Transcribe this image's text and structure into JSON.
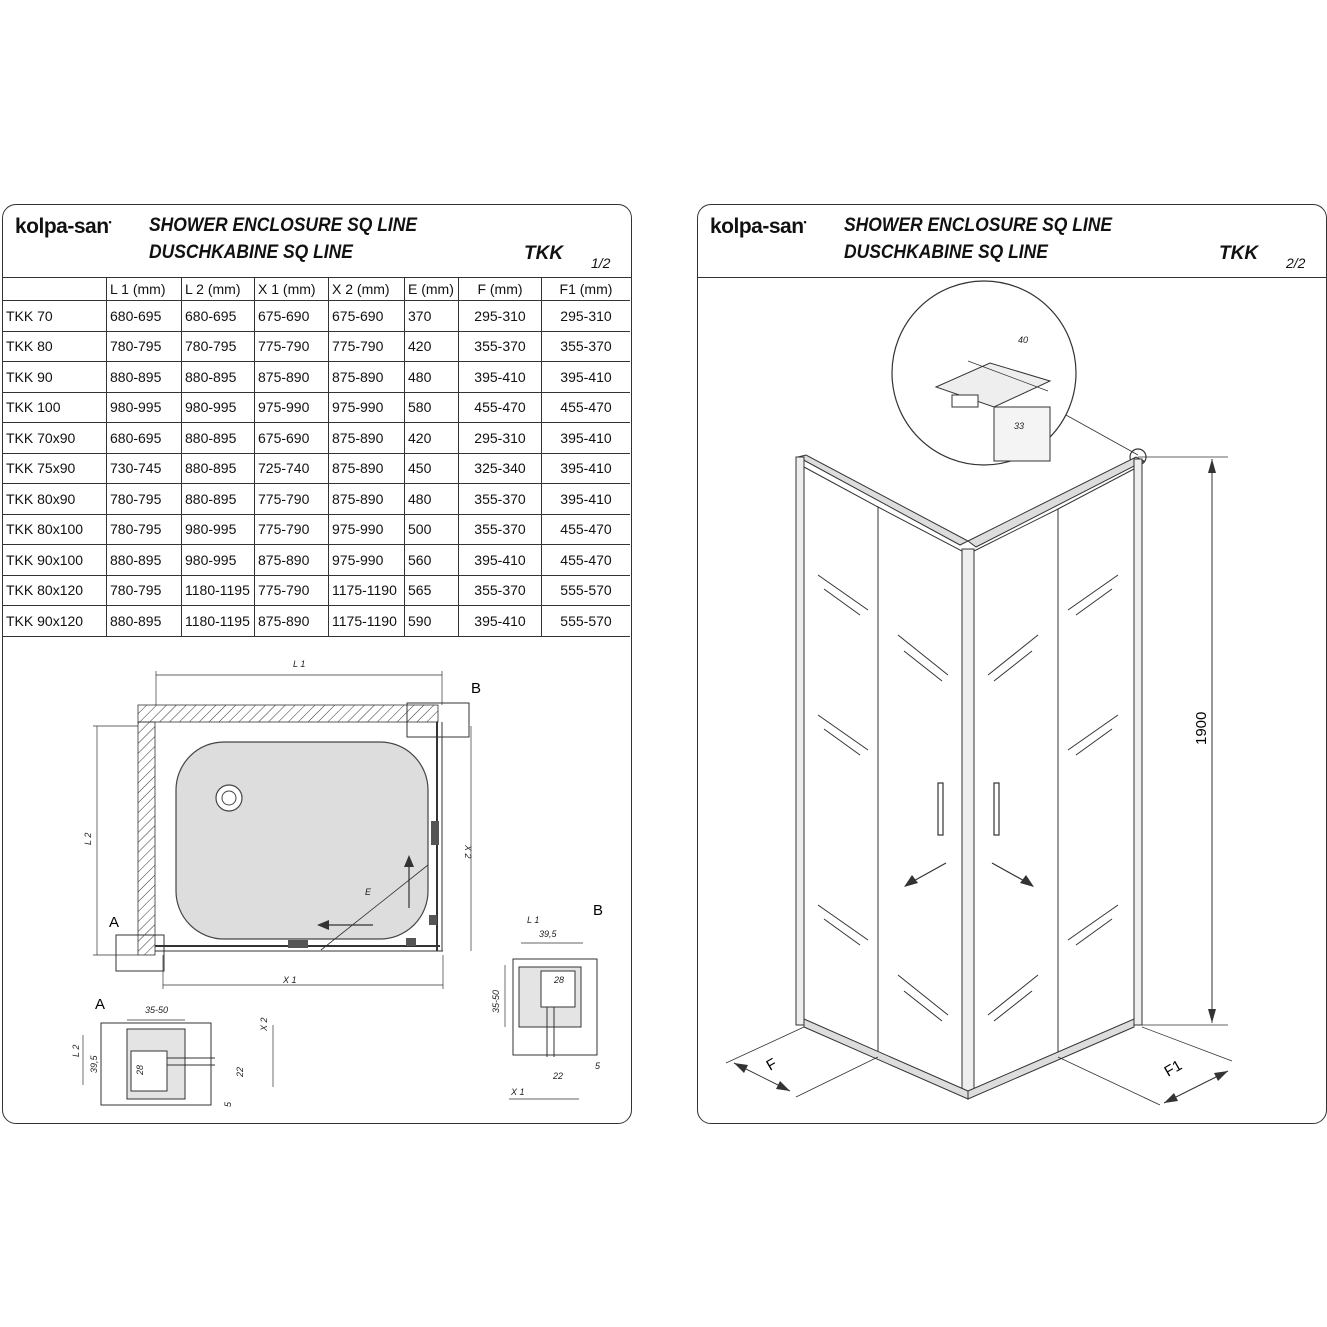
{
  "brand": "kolpa-san",
  "page1": {
    "title_en": "SHOWER ENCLOSURE SQ LINE",
    "title_de": "DUSCHKABINE  SQ LINE",
    "code": "TKK",
    "page_no": "1/2",
    "table": {
      "headers": [
        "",
        "L 1  (mm)",
        "L 2  (mm)",
        "X 1  (mm)",
        "X 2  (mm)",
        "E (mm)",
        "F (mm)",
        "F1 (mm)"
      ],
      "rows": [
        [
          "TKK  70",
          "680-695",
          "680-695",
          "675-690",
          "675-690",
          "370",
          "295-310",
          "295-310"
        ],
        [
          "TKK  80",
          "780-795",
          "780-795",
          "775-790",
          "775-790",
          "420",
          "355-370",
          "355-370"
        ],
        [
          "TKK  90",
          "880-895",
          "880-895",
          "875-890",
          "875-890",
          "480",
          "395-410",
          "395-410"
        ],
        [
          "TKK  100",
          "980-995",
          "980-995",
          "975-990",
          "975-990",
          "580",
          "455-470",
          "455-470"
        ],
        [
          "TKK  70x90",
          "680-695",
          "880-895",
          "675-690",
          "875-890",
          "420",
          "295-310",
          "395-410"
        ],
        [
          "TKK  75x90",
          "730-745",
          "880-895",
          "725-740",
          "875-890",
          "450",
          "325-340",
          "395-410"
        ],
        [
          "TKK  80x90",
          "780-795",
          "880-895",
          "775-790",
          "875-890",
          "480",
          "355-370",
          "395-410"
        ],
        [
          "TKK  80x100",
          "780-795",
          "980-995",
          "775-790",
          "975-990",
          "500",
          "355-370",
          "455-470"
        ],
        [
          "TKK  90x100",
          "880-895",
          "980-995",
          "875-890",
          "975-990",
          "560",
          "395-410",
          "455-470"
        ],
        [
          "TKK  80x120",
          "780-795",
          "1180-1195",
          "775-790",
          "1175-1190",
          "565",
          "355-370",
          "555-570"
        ],
        [
          "TKK  90x120",
          "880-895",
          "1180-1195",
          "875-890",
          "1175-1190",
          "590",
          "395-410",
          "555-570"
        ]
      ]
    },
    "plan_labels": {
      "l1": "L 1",
      "l2": "L 2",
      "x1": "X 1",
      "x2": "X 2",
      "e": "E",
      "a": "A",
      "b": "B"
    },
    "detail_a": {
      "label": "A",
      "w": "35-50",
      "l2": "L 2",
      "h": "39,5",
      "p": "28",
      "g": "22",
      "s": "5",
      "x2": "X 2"
    },
    "detail_b": {
      "label": "B",
      "l1": "L 1",
      "w": "39,5",
      "p": "28",
      "h": "35-50",
      "g": "22",
      "s": "5",
      "x1": "X 1"
    }
  },
  "page2": {
    "title_en": "SHOWER ENCLOSURE SQ LINE",
    "title_de": "DUSCHKABINE  SQ LINE",
    "code": "TKK",
    "page_no": "2/2",
    "height": "1900",
    "f": "F",
    "f1": "F1",
    "profile_a": "40",
    "profile_b": "33"
  }
}
